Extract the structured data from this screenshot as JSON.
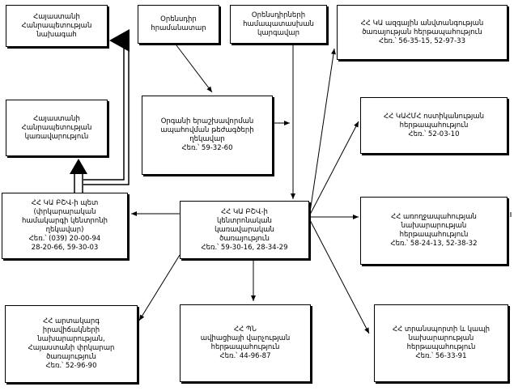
{
  "nodes": [
    {
      "id": "n1",
      "text": "Հայաստանի\nՀանրապետության\nնախագահ"
    },
    {
      "id": "n2",
      "text": "Օրենսդիր\nհրամանատար"
    },
    {
      "id": "n3",
      "text": "Օրենսդիրների\nհամապատասխան\nկարգավար"
    },
    {
      "id": "n4",
      "text": "ՀՀ ԿԱ ազգային անվտանգության\nծառայության հերթապահություն\nՀեռ.՝ 56-35-15, 52-97-33"
    },
    {
      "id": "n5",
      "text": "Հայաստանի\nՀանրապետության\nկառավարություն"
    },
    {
      "id": "n6",
      "text": "Օրգանի երաշխավորման\nապահովման թեժագծերի\nղեկավար\nՀեռ.՝ 59-32-60"
    },
    {
      "id": "n7",
      "text": "ՀՀ ԿԱՀՄՀ ոստիկանության\nհերթապահություն\nՀեռ.՝ 52-03-10"
    },
    {
      "id": "n8",
      "text": "ՀՀ ԿԱ ԲՇՎ-ի պետ\n(փրկարարական\nհամակարգի կենտրոնի\nղեկավար)\nՀեռ.՝ (039) 20-00-94\n28-20-66, 59-30-03"
    },
    {
      "id": "n9",
      "text": "ՀՀ ԿԱ ԲՇՎ-ի\nկենտրոնական\nկառավարական\nծառայություն\nՀեռ.՝ 59-30-16, 28-34-29"
    },
    {
      "id": "n10",
      "text": "ՀՀ առողջապահության\nնախարարության\nհերթապահություն\nՀեռ.՝ 58-24-13, 52-38-32"
    },
    {
      "id": "n11",
      "text": "ՀՀ արտակարգ\nիրավիճակների\nնախարարության,\nՀայաստանի փրկարար\nծառայություն\nՀեռ.՝ 52-96-90"
    },
    {
      "id": "n12",
      "text": "ՀՀ ՊՆ\nավիացիայի վարչության\nհերթապահություն\nՀեռ.՝ 44-96-87"
    },
    {
      "id": "n13",
      "text": "ՀՀ տրանսպորտի և կապի\nնախարարության\nհերթապահություն\nՀեռ.՝ 56-33-91"
    }
  ]
}
